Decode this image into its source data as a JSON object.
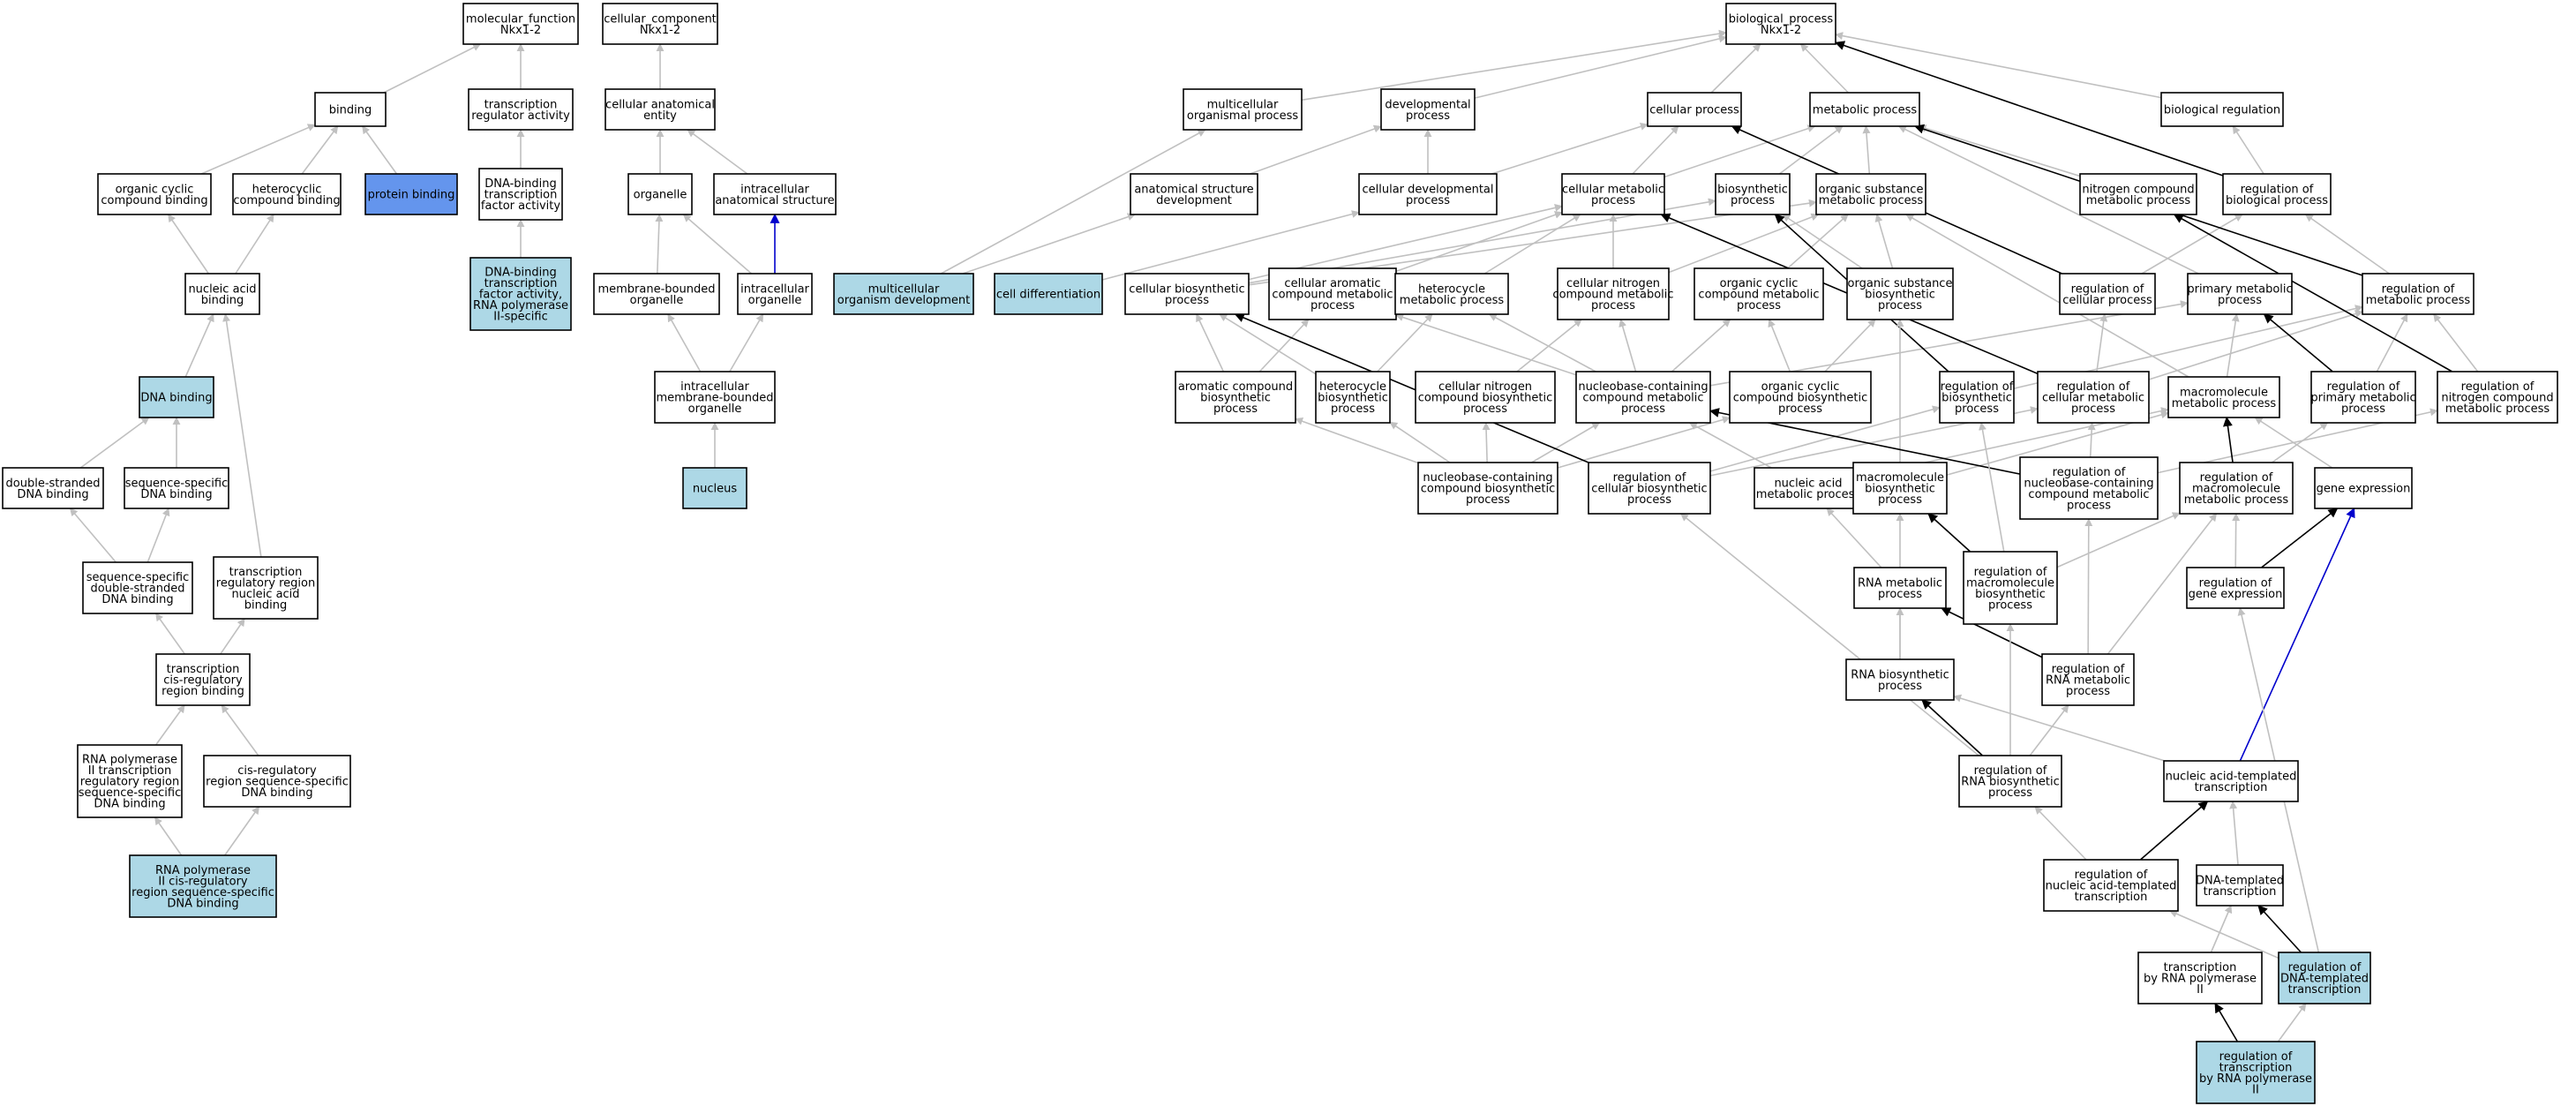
{
  "styles": {
    "node_default_fill": "#ffffff",
    "edge_gray": "#c0c0c0",
    "edge_black": "#000000",
    "edge_blue": "#0000cc"
  },
  "nodes": [
    {
      "id": "mf",
      "lines": [
        "molecular_function",
        "Nkx1-2"
      ],
      "fill": "#ffffff"
    },
    {
      "id": "cc",
      "lines": [
        "cellular_component",
        "Nkx1-2"
      ],
      "fill": "#ffffff"
    },
    {
      "id": "bp",
      "lines": [
        "biological_process",
        "Nkx1-2"
      ],
      "fill": "#ffffff"
    },
    {
      "id": "binding",
      "lines": [
        "binding"
      ],
      "fill": "#ffffff"
    },
    {
      "id": "tra",
      "lines": [
        "transcription",
        "regulator activity"
      ],
      "fill": "#ffffff"
    },
    {
      "id": "cae",
      "lines": [
        "cellular anatomical",
        "entity"
      ],
      "fill": "#ffffff"
    },
    {
      "id": "mop",
      "lines": [
        "multicellular",
        "organismal process"
      ],
      "fill": "#ffffff"
    },
    {
      "id": "devp",
      "lines": [
        "developmental",
        "process"
      ],
      "fill": "#ffffff"
    },
    {
      "id": "cellp",
      "lines": [
        "cellular process"
      ],
      "fill": "#ffffff"
    },
    {
      "id": "metp",
      "lines": [
        "metabolic process"
      ],
      "fill": "#ffffff"
    },
    {
      "id": "bioreg",
      "lines": [
        "biological regulation"
      ],
      "fill": "#ffffff"
    },
    {
      "id": "occb",
      "lines": [
        "organic cyclic",
        "compound binding"
      ],
      "fill": "#ffffff"
    },
    {
      "id": "hcb",
      "lines": [
        "heterocyclic",
        "compound binding"
      ],
      "fill": "#ffffff"
    },
    {
      "id": "protb",
      "lines": [
        "protein binding"
      ],
      "fill": "#6495ed"
    },
    {
      "id": "dbtfa",
      "lines": [
        "DNA-binding",
        "transcription",
        "factor activity"
      ],
      "fill": "#ffffff"
    },
    {
      "id": "organelle",
      "lines": [
        "organelle"
      ],
      "fill": "#ffffff"
    },
    {
      "id": "ias",
      "lines": [
        "intracellular",
        "anatomical structure"
      ],
      "fill": "#ffffff"
    },
    {
      "id": "asd",
      "lines": [
        "anatomical structure",
        "development"
      ],
      "fill": "#ffffff"
    },
    {
      "id": "cdp",
      "lines": [
        "cellular developmental",
        "process"
      ],
      "fill": "#ffffff"
    },
    {
      "id": "cmp",
      "lines": [
        "cellular metabolic",
        "process"
      ],
      "fill": "#ffffff"
    },
    {
      "id": "biosp",
      "lines": [
        "biosynthetic",
        "process"
      ],
      "fill": "#ffffff"
    },
    {
      "id": "osmp",
      "lines": [
        "organic substance",
        "metabolic process"
      ],
      "fill": "#ffffff"
    },
    {
      "id": "ncmp",
      "lines": [
        "nitrogen compound",
        "metabolic process"
      ],
      "fill": "#ffffff"
    },
    {
      "id": "rbp",
      "lines": [
        "regulation of",
        "biological process"
      ],
      "fill": "#ffffff"
    },
    {
      "id": "nab",
      "lines": [
        "nucleic acid",
        "binding"
      ],
      "fill": "#ffffff"
    },
    {
      "id": "dbtfa2",
      "lines": [
        "DNA-binding",
        "transcription",
        "factor activity,",
        "RNA polymerase",
        "II-specific"
      ],
      "fill": "#add8e6"
    },
    {
      "id": "mbo",
      "lines": [
        "membrane-bounded",
        "organelle"
      ],
      "fill": "#ffffff"
    },
    {
      "id": "io",
      "lines": [
        "intracellular",
        "organelle"
      ],
      "fill": "#ffffff"
    },
    {
      "id": "mod",
      "lines": [
        "multicellular",
        "organism development"
      ],
      "fill": "#add8e6"
    },
    {
      "id": "celldiff",
      "lines": [
        "cell differentiation"
      ],
      "fill": "#add8e6"
    },
    {
      "id": "cbp",
      "lines": [
        "cellular biosynthetic",
        "process"
      ],
      "fill": "#ffffff"
    },
    {
      "id": "cacmp",
      "lines": [
        "cellular aromatic",
        "compound metabolic",
        "process"
      ],
      "fill": "#ffffff"
    },
    {
      "id": "hmp",
      "lines": [
        "heterocycle",
        "metabolic process"
      ],
      "fill": "#ffffff"
    },
    {
      "id": "cncmp",
      "lines": [
        "cellular nitrogen",
        "compound metabolic",
        "process"
      ],
      "fill": "#ffffff"
    },
    {
      "id": "occmp",
      "lines": [
        "organic cyclic",
        "compound metabolic",
        "process"
      ],
      "fill": "#ffffff"
    },
    {
      "id": "osbp",
      "lines": [
        "organic substance",
        "biosynthetic",
        "process"
      ],
      "fill": "#ffffff"
    },
    {
      "id": "rcp",
      "lines": [
        "regulation of",
        "cellular process"
      ],
      "fill": "#ffffff"
    },
    {
      "id": "pmp",
      "lines": [
        "primary metabolic",
        "process"
      ],
      "fill": "#ffffff"
    },
    {
      "id": "rmp",
      "lines": [
        "regulation of",
        "metabolic process"
      ],
      "fill": "#ffffff"
    },
    {
      "id": "dnab",
      "lines": [
        "DNA binding"
      ],
      "fill": "#add8e6"
    },
    {
      "id": "imbo",
      "lines": [
        "intracellular",
        "membrane-bounded",
        "organelle"
      ],
      "fill": "#ffffff"
    },
    {
      "id": "acbp",
      "lines": [
        "aromatic compound",
        "biosynthetic",
        "process"
      ],
      "fill": "#ffffff"
    },
    {
      "id": "hbp",
      "lines": [
        "heterocycle",
        "biosynthetic",
        "process"
      ],
      "fill": "#ffffff"
    },
    {
      "id": "cncbp",
      "lines": [
        "cellular nitrogen",
        "compound biosynthetic",
        "process"
      ],
      "fill": "#ffffff"
    },
    {
      "id": "nbccmp",
      "lines": [
        "nucleobase-containing",
        "compound metabolic",
        "process"
      ],
      "fill": "#ffffff"
    },
    {
      "id": "occbp",
      "lines": [
        "organic cyclic",
        "compound biosynthetic",
        "process"
      ],
      "fill": "#ffffff"
    },
    {
      "id": "rbiosp",
      "lines": [
        "regulation of",
        "biosynthetic",
        "process"
      ],
      "fill": "#ffffff"
    },
    {
      "id": "rcmp",
      "lines": [
        "regulation of",
        "cellular metabolic",
        "process"
      ],
      "fill": "#ffffff"
    },
    {
      "id": "macmp",
      "lines": [
        "macromolecule",
        "metabolic process"
      ],
      "fill": "#ffffff"
    },
    {
      "id": "rpmp",
      "lines": [
        "regulation of",
        "primary metabolic",
        "process"
      ],
      "fill": "#ffffff"
    },
    {
      "id": "rncmp",
      "lines": [
        "regulation of",
        "nitrogen compound",
        "metabolic process"
      ],
      "fill": "#ffffff"
    },
    {
      "id": "dsdb",
      "lines": [
        "double-stranded",
        "DNA binding"
      ],
      "fill": "#ffffff"
    },
    {
      "id": "ssdb",
      "lines": [
        "sequence-specific",
        "DNA binding"
      ],
      "fill": "#ffffff"
    },
    {
      "id": "nucleus",
      "lines": [
        "nucleus"
      ],
      "fill": "#add8e6"
    },
    {
      "id": "nbccbp",
      "lines": [
        "nucleobase-containing",
        "compound biosynthetic",
        "process"
      ],
      "fill": "#ffffff"
    },
    {
      "id": "rcbp",
      "lines": [
        "regulation of",
        "cellular biosynthetic",
        "process"
      ],
      "fill": "#ffffff"
    },
    {
      "id": "namp",
      "lines": [
        "nucleic acid",
        "metabolic process"
      ],
      "fill": "#ffffff"
    },
    {
      "id": "mbiosp",
      "lines": [
        "macromolecule",
        "biosynthetic",
        "process"
      ],
      "fill": "#ffffff"
    },
    {
      "id": "rnbccmp",
      "lines": [
        "regulation of",
        "nucleobase-containing",
        "compound metabolic",
        "process"
      ],
      "fill": "#ffffff"
    },
    {
      "id": "rmmp",
      "lines": [
        "regulation of",
        "macromolecule",
        "metabolic process"
      ],
      "fill": "#ffffff"
    },
    {
      "id": "genexp",
      "lines": [
        "gene expression"
      ],
      "fill": "#ffffff"
    },
    {
      "id": "ssdsdb",
      "lines": [
        "sequence-specific",
        "double-stranded",
        "DNA binding"
      ],
      "fill": "#ffffff"
    },
    {
      "id": "trrnab",
      "lines": [
        "transcription",
        "regulatory region",
        "nucleic acid",
        "binding"
      ],
      "fill": "#ffffff"
    },
    {
      "id": "rnamp",
      "lines": [
        "RNA metabolic",
        "process"
      ],
      "fill": "#ffffff"
    },
    {
      "id": "rmbp",
      "lines": [
        "regulation of",
        "macromolecule",
        "biosynthetic",
        "process"
      ],
      "fill": "#ffffff"
    },
    {
      "id": "rge",
      "lines": [
        "regulation of",
        "gene expression"
      ],
      "fill": "#ffffff"
    },
    {
      "id": "tcrb",
      "lines": [
        "transcription",
        "cis-regulatory",
        "region binding"
      ],
      "fill": "#ffffff"
    },
    {
      "id": "rnabp",
      "lines": [
        "RNA biosynthetic",
        "process"
      ],
      "fill": "#ffffff"
    },
    {
      "id": "rrnamp",
      "lines": [
        "regulation of",
        "RNA metabolic",
        "process"
      ],
      "fill": "#ffffff"
    },
    {
      "id": "rp2trr",
      "lines": [
        "RNA polymerase",
        "II transcription",
        "regulatory region",
        "sequence-specific",
        "DNA binding"
      ],
      "fill": "#ffffff"
    },
    {
      "id": "crrssdb",
      "lines": [
        "cis-regulatory",
        "region sequence-specific",
        "DNA binding"
      ],
      "fill": "#ffffff"
    },
    {
      "id": "rrnabp",
      "lines": [
        "regulation of",
        "RNA biosynthetic",
        "process"
      ],
      "fill": "#ffffff"
    },
    {
      "id": "natt",
      "lines": [
        "nucleic acid-templated",
        "transcription"
      ],
      "fill": "#ffffff"
    },
    {
      "id": "rp2crr",
      "lines": [
        "RNA polymerase",
        "II cis-regulatory",
        "region sequence-specific",
        "DNA binding"
      ],
      "fill": "#add8e6"
    },
    {
      "id": "rnatt",
      "lines": [
        "regulation of",
        "nucleic acid-templated",
        "transcription"
      ],
      "fill": "#ffffff"
    },
    {
      "id": "dtt",
      "lines": [
        "DNA-templated",
        "transcription"
      ],
      "fill": "#ffffff"
    },
    {
      "id": "trp2",
      "lines": [
        "transcription",
        "by RNA polymerase",
        "II"
      ],
      "fill": "#ffffff"
    },
    {
      "id": "rdtt",
      "lines": [
        "regulation of",
        "DNA-templated",
        "transcription"
      ],
      "fill": "#add8e6"
    },
    {
      "id": "rtrp2",
      "lines": [
        "regulation of",
        "transcription",
        "by RNA polymerase",
        "II"
      ],
      "fill": "#add8e6"
    }
  ],
  "edges": [
    [
      "binding",
      "mf",
      "gray"
    ],
    [
      "tra",
      "mf",
      "gray"
    ],
    [
      "cae",
      "cc",
      "gray"
    ],
    [
      "mop",
      "bp",
      "gray"
    ],
    [
      "devp",
      "bp",
      "gray"
    ],
    [
      "cellp",
      "bp",
      "gray"
    ],
    [
      "metp",
      "bp",
      "gray"
    ],
    [
      "bioreg",
      "bp",
      "gray"
    ],
    [
      "rbp",
      "bp",
      "black"
    ],
    [
      "occb",
      "binding",
      "gray"
    ],
    [
      "hcb",
      "binding",
      "gray"
    ],
    [
      "protb",
      "binding",
      "gray"
    ],
    [
      "dbtfa",
      "tra",
      "gray"
    ],
    [
      "organelle",
      "cae",
      "gray"
    ],
    [
      "ias",
      "cae",
      "gray"
    ],
    [
      "asd",
      "devp",
      "gray"
    ],
    [
      "mod",
      "mop",
      "gray"
    ],
    [
      "mod",
      "asd",
      "gray"
    ],
    [
      "cdp",
      "devp",
      "gray"
    ],
    [
      "cdp",
      "cellp",
      "gray"
    ],
    [
      "celldiff",
      "cdp",
      "gray"
    ],
    [
      "cmp",
      "cellp",
      "gray"
    ],
    [
      "cmp",
      "metp",
      "gray"
    ],
    [
      "biosp",
      "metp",
      "gray"
    ],
    [
      "osmp",
      "metp",
      "gray"
    ],
    [
      "ncmp",
      "metp",
      "gray"
    ],
    [
      "rbp",
      "bioreg",
      "gray"
    ],
    [
      "nab",
      "occb",
      "gray"
    ],
    [
      "nab",
      "hcb",
      "gray"
    ],
    [
      "dbtfa2",
      "dbtfa",
      "gray"
    ],
    [
      "mbo",
      "organelle",
      "gray"
    ],
    [
      "io",
      "organelle",
      "gray"
    ],
    [
      "io",
      "ias",
      "blue"
    ],
    [
      "cbp",
      "cmp",
      "gray"
    ],
    [
      "cbp",
      "biosp",
      "gray"
    ],
    [
      "cbp",
      "osmp",
      "gray"
    ],
    [
      "cacmp",
      "cmp",
      "gray"
    ],
    [
      "hmp",
      "cmp",
      "gray"
    ],
    [
      "cncmp",
      "cmp",
      "gray"
    ],
    [
      "cncmp",
      "osmp",
      "gray"
    ],
    [
      "occmp",
      "osmp",
      "gray"
    ],
    [
      "osbp",
      "osmp",
      "gray"
    ],
    [
      "osbp",
      "biosp",
      "gray"
    ],
    [
      "rcp",
      "cellp",
      "black"
    ],
    [
      "rcp",
      "rbp",
      "gray"
    ],
    [
      "pmp",
      "metp",
      "gray"
    ],
    [
      "rmp",
      "metp",
      "black"
    ],
    [
      "rmp",
      "rbp",
      "gray"
    ],
    [
      "dnab",
      "nab",
      "gray"
    ],
    [
      "imbo",
      "mbo",
      "gray"
    ],
    [
      "imbo",
      "io",
      "gray"
    ],
    [
      "acbp",
      "cacmp",
      "gray"
    ],
    [
      "acbp",
      "cbp",
      "gray"
    ],
    [
      "hbp",
      "hmp",
      "gray"
    ],
    [
      "hbp",
      "cbp",
      "gray"
    ],
    [
      "cncbp",
      "cncmp",
      "gray"
    ],
    [
      "nbccmp",
      "hmp",
      "gray"
    ],
    [
      "nbccmp",
      "cacmp",
      "gray"
    ],
    [
      "nbccmp",
      "cncmp",
      "gray"
    ],
    [
      "nbccmp",
      "occmp",
      "gray"
    ],
    [
      "nbccmp",
      "pmp",
      "gray"
    ],
    [
      "occbp",
      "occmp",
      "gray"
    ],
    [
      "occbp",
      "osbp",
      "gray"
    ],
    [
      "rbiosp",
      "biosp",
      "black"
    ],
    [
      "rbiosp",
      "rmp",
      "gray"
    ],
    [
      "rcmp",
      "cmp",
      "black"
    ],
    [
      "rcmp",
      "rcp",
      "gray"
    ],
    [
      "rcmp",
      "rmp",
      "gray"
    ],
    [
      "macmp",
      "pmp",
      "gray"
    ],
    [
      "macmp",
      "osmp",
      "gray"
    ],
    [
      "rpmp",
      "pmp",
      "black"
    ],
    [
      "rpmp",
      "rmp",
      "gray"
    ],
    [
      "rncmp",
      "ncmp",
      "black"
    ],
    [
      "rncmp",
      "rmp",
      "gray"
    ],
    [
      "dsdb",
      "dnab",
      "gray"
    ],
    [
      "ssdb",
      "dnab",
      "gray"
    ],
    [
      "nucleus",
      "imbo",
      "gray"
    ],
    [
      "nbccbp",
      "nbccmp",
      "gray"
    ],
    [
      "nbccbp",
      "acbp",
      "gray"
    ],
    [
      "nbccbp",
      "hbp",
      "gray"
    ],
    [
      "nbccbp",
      "cncbp",
      "gray"
    ],
    [
      "nbccbp",
      "occbp",
      "gray"
    ],
    [
      "rcbp",
      "cbp",
      "black"
    ],
    [
      "rcbp",
      "rbiosp",
      "gray"
    ],
    [
      "rcbp",
      "rcmp",
      "gray"
    ],
    [
      "namp",
      "nbccmp",
      "gray"
    ],
    [
      "namp",
      "macmp",
      "gray"
    ],
    [
      "mbiosp",
      "macmp",
      "gray"
    ],
    [
      "mbiosp",
      "osbp",
      "gray"
    ],
    [
      "rnbccmp",
      "nbccmp",
      "black"
    ],
    [
      "rnbccmp",
      "rcmp",
      "gray"
    ],
    [
      "rnbccmp",
      "rncmp",
      "gray"
    ],
    [
      "rmmp",
      "macmp",
      "black"
    ],
    [
      "rmmp",
      "rpmp",
      "gray"
    ],
    [
      "genexp",
      "macmp",
      "gray"
    ],
    [
      "ssdsdb",
      "dsdb",
      "gray"
    ],
    [
      "ssdsdb",
      "ssdb",
      "gray"
    ],
    [
      "trrnab",
      "nab",
      "gray"
    ],
    [
      "rnamp",
      "namp",
      "gray"
    ],
    [
      "rmbp",
      "mbiosp",
      "black"
    ],
    [
      "rmbp",
      "rbiosp",
      "gray"
    ],
    [
      "rmbp",
      "rmmp",
      "gray"
    ],
    [
      "rge",
      "genexp",
      "black"
    ],
    [
      "rge",
      "rmmp",
      "gray"
    ],
    [
      "tcrb",
      "ssdsdb",
      "gray"
    ],
    [
      "tcrb",
      "trrnab",
      "gray"
    ],
    [
      "rnabp",
      "rnamp",
      "gray"
    ],
    [
      "rnabp",
      "mbiosp",
      "gray"
    ],
    [
      "rrnamp",
      "rnamp",
      "black"
    ],
    [
      "rrnamp",
      "rnbccmp",
      "gray"
    ],
    [
      "rrnamp",
      "rmmp",
      "gray"
    ],
    [
      "rp2trr",
      "tcrb",
      "gray"
    ],
    [
      "crrssdb",
      "tcrb",
      "gray"
    ],
    [
      "rrnabp",
      "rnabp",
      "black"
    ],
    [
      "rrnabp",
      "rrnamp",
      "gray"
    ],
    [
      "rrnabp",
      "rmbp",
      "gray"
    ],
    [
      "rrnabp",
      "rcbp",
      "gray"
    ],
    [
      "natt",
      "rnabp",
      "gray"
    ],
    [
      "natt",
      "genexp",
      "blue"
    ],
    [
      "rp2crr",
      "rp2trr",
      "gray"
    ],
    [
      "rp2crr",
      "crrssdb",
      "gray"
    ],
    [
      "rnatt",
      "natt",
      "black"
    ],
    [
      "rnatt",
      "rrnabp",
      "gray"
    ],
    [
      "dtt",
      "natt",
      "gray"
    ],
    [
      "trp2",
      "dtt",
      "gray"
    ],
    [
      "rdtt",
      "dtt",
      "black"
    ],
    [
      "rdtt",
      "rnatt",
      "gray"
    ],
    [
      "rdtt",
      "rge",
      "gray"
    ],
    [
      "rtrp2",
      "trp2",
      "black"
    ],
    [
      "rtrp2",
      "rdtt",
      "gray"
    ]
  ]
}
